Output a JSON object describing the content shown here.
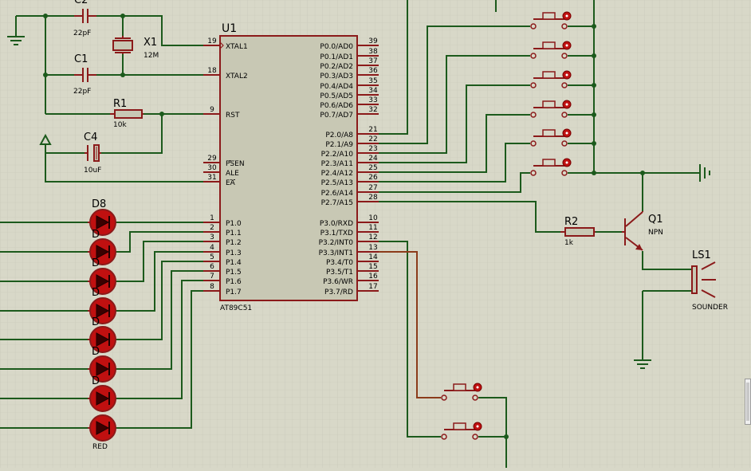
{
  "colors": {
    "background": "#d8d8c8",
    "wire": "#1c5a1c",
    "component": "#8b1a1a",
    "chip_fill": "#c8c8b4",
    "led_fill": "#c01010",
    "junction": "#1c5a1c",
    "text": "#000000"
  },
  "mcu": {
    "ref": "U1",
    "part": "AT89C51",
    "left_pins": [
      {
        "num": "19",
        "name": "XTAL1"
      },
      {
        "num": "18",
        "name": "XTAL2"
      },
      {
        "num": "9",
        "name": "RST"
      },
      {
        "num": "29",
        "name": "PSEN"
      },
      {
        "num": "30",
        "name": "ALE"
      },
      {
        "num": "31",
        "name": "EA"
      },
      {
        "num": "1",
        "name": "P1.0"
      },
      {
        "num": "2",
        "name": "P1.1"
      },
      {
        "num": "3",
        "name": "P1.2"
      },
      {
        "num": "4",
        "name": "P1.3"
      },
      {
        "num": "5",
        "name": "P1.4"
      },
      {
        "num": "6",
        "name": "P1.5"
      },
      {
        "num": "7",
        "name": "P1.6"
      },
      {
        "num": "8",
        "name": "P1.7"
      }
    ],
    "right_pins": [
      {
        "num": "39",
        "name": "P0.0/AD0"
      },
      {
        "num": "38",
        "name": "P0.1/AD1"
      },
      {
        "num": "37",
        "name": "P0.2/AD2"
      },
      {
        "num": "36",
        "name": "P0.3/AD3"
      },
      {
        "num": "35",
        "name": "P0.4/AD4"
      },
      {
        "num": "34",
        "name": "P0.5/AD5"
      },
      {
        "num": "33",
        "name": "P0.6/AD6"
      },
      {
        "num": "32",
        "name": "P0.7/AD7"
      },
      {
        "num": "21",
        "name": "P2.0/A8"
      },
      {
        "num": "22",
        "name": "P2.1/A9"
      },
      {
        "num": "23",
        "name": "P2.2/A10"
      },
      {
        "num": "24",
        "name": "P2.3/A11"
      },
      {
        "num": "25",
        "name": "P2.4/A12"
      },
      {
        "num": "26",
        "name": "P2.5/A13"
      },
      {
        "num": "27",
        "name": "P2.6/A14"
      },
      {
        "num": "28",
        "name": "P2.7/A15"
      },
      {
        "num": "10",
        "name": "P3.0/RXD"
      },
      {
        "num": "11",
        "name": "P3.1/TXD"
      },
      {
        "num": "12",
        "name": "P3.2/INT0"
      },
      {
        "num": "13",
        "name": "P3.3/INT1"
      },
      {
        "num": "14",
        "name": "P3.4/T0"
      },
      {
        "num": "15",
        "name": "P3.5/T1"
      },
      {
        "num": "16",
        "name": "P3.6/WR"
      },
      {
        "num": "17",
        "name": "P3.7/RD"
      }
    ]
  },
  "components": {
    "c2": {
      "ref": "C2",
      "value": "22pF"
    },
    "c1": {
      "ref": "C1",
      "value": "22pF"
    },
    "x1": {
      "ref": "X1",
      "value": "12M"
    },
    "r1": {
      "ref": "R1",
      "value": "10k"
    },
    "c4": {
      "ref": "C4",
      "value": "10uF"
    },
    "r2": {
      "ref": "R2",
      "value": "1k"
    },
    "q1": {
      "ref": "Q1",
      "value": "NPN"
    },
    "ls1": {
      "ref": "LS1",
      "value": "SOUNDER"
    },
    "led_top": {
      "ref": "D8"
    },
    "led_bottom": {
      "value": "RED"
    },
    "led_partial_refs": [
      "D",
      "D",
      "D",
      "D",
      "D",
      "D"
    ]
  }
}
